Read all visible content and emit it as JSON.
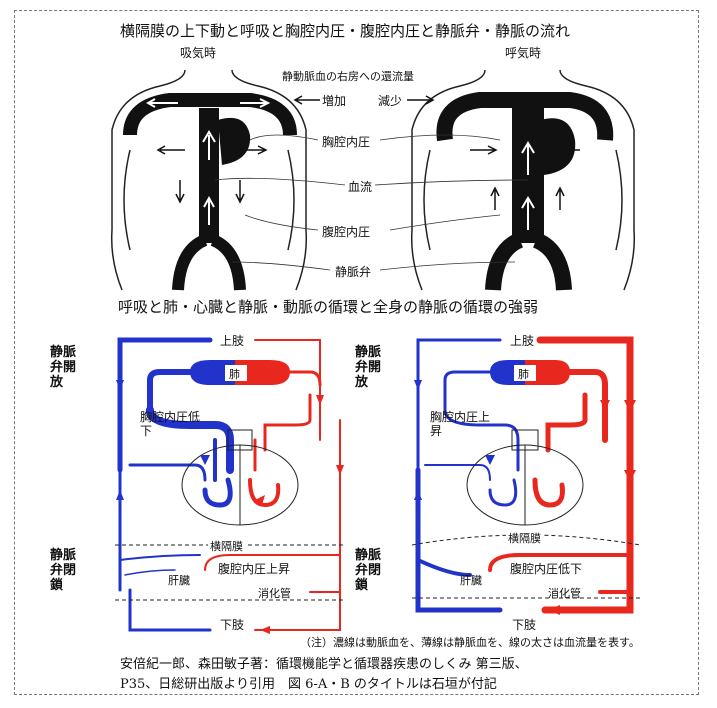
{
  "top_panel": {
    "title": "横隔膜の上下動と呼吸と胸腔内圧・腹腔内圧と静脈弁・静脈の流れ",
    "inhale_label": "吸気時",
    "exhale_label": "呼気時",
    "return_flow_label": "静動脈血の右房への還流量",
    "increase_label": "増加",
    "decrease_label": "減少",
    "thoracic_pressure_label": "胸腔内圧",
    "blood_flow_label": "血流",
    "abdominal_pressure_label": "腹腔内圧",
    "venous_valve_label": "静脈弁"
  },
  "bottom_panel": {
    "title": "呼吸と肺・心臓と静脈・動脈の循環と全身の静脈の循環の強弱",
    "left": {
      "valve_open": "静脈弁開放",
      "valve_closed": "静脈弁閉鎖",
      "upper_limb": "上肢",
      "lung": "肺",
      "thoracic_pressure": "胸腔内圧低下",
      "diaphragm": "横隔膜",
      "abdominal_pressure": "腹腔内圧上昇",
      "liver": "肝臓",
      "digestive": "消化管",
      "lower_limb": "下肢"
    },
    "right": {
      "valve_open": "静脈弁開放",
      "valve_closed": "静脈弁閉鎖",
      "upper_limb": "上肢",
      "lung": "肺",
      "thoracic_pressure": "胸腔内圧上昇",
      "diaphragm": "横隔膜",
      "abdominal_pressure": "腹腔内圧低下",
      "liver": "肝臓",
      "digestive": "消化管",
      "lower_limb": "下肢"
    }
  },
  "note": "（注）濃線は動脈血を、薄線は静脈血を、線の太さは血流量を表す。",
  "citation_line1": "安倍紀一郎、森田敏子著：循環機能学と循環器疾患のしくみ 第三版、",
  "citation_line2": "P35、日総研出版より引用　図 6-A・B のタイトルは石垣が付記",
  "colors": {
    "artery": "#e8281e",
    "vein": "#2233cc",
    "ink": "#111111"
  }
}
